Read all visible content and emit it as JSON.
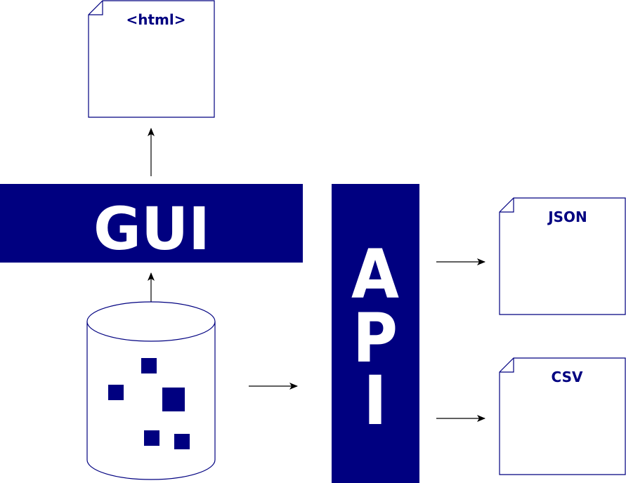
{
  "documents": {
    "html": {
      "label": "<html>"
    },
    "json": {
      "label": "JSON"
    },
    "csv": {
      "label": "CSV"
    }
  },
  "gui": {
    "label": "GUI"
  },
  "api": {
    "letters": [
      "A",
      "P",
      "I"
    ]
  },
  "colors": {
    "primary": "#000080",
    "arrow": "#000000",
    "background": "#ffffff"
  }
}
